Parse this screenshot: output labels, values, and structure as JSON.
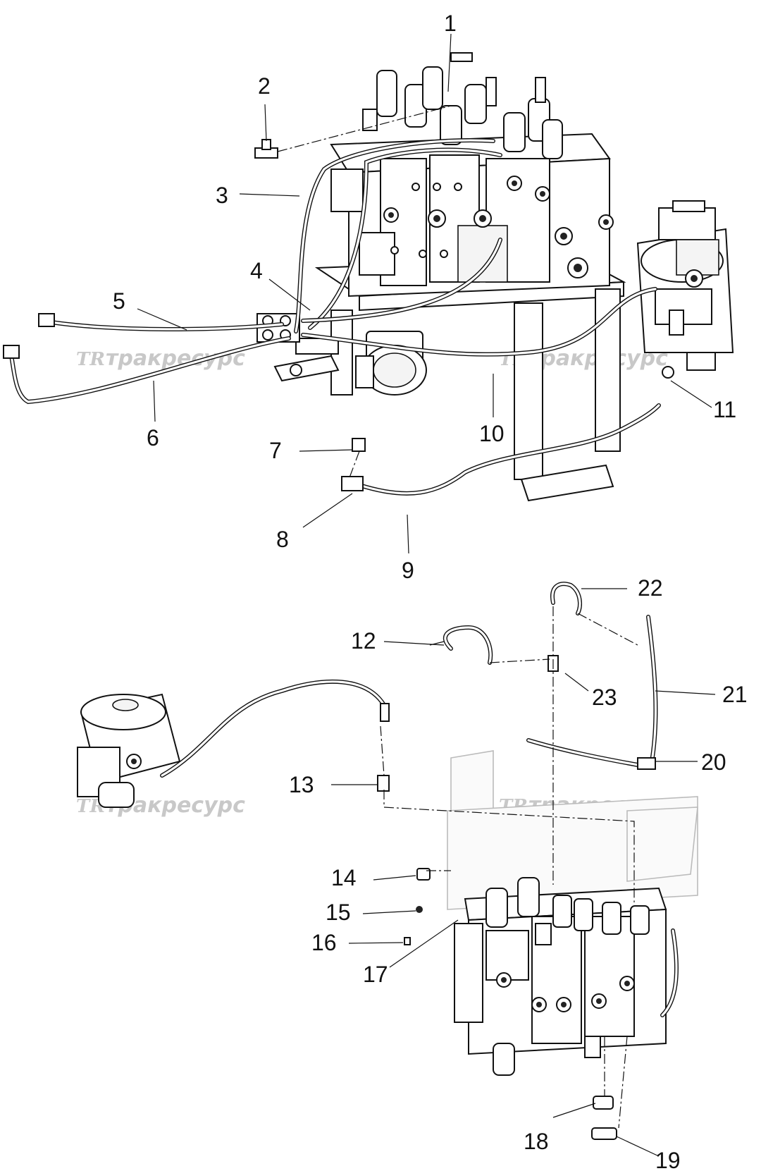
{
  "watermark": {
    "logo": "TR",
    "text": "тракресурс"
  },
  "callouts": [
    {
      "id": 1,
      "label": "1"
    },
    {
      "id": 2,
      "label": "2"
    },
    {
      "id": 3,
      "label": "3"
    },
    {
      "id": 4,
      "label": "4"
    },
    {
      "id": 5,
      "label": "5"
    },
    {
      "id": 6,
      "label": "6"
    },
    {
      "id": 7,
      "label": "7"
    },
    {
      "id": 8,
      "label": "8"
    },
    {
      "id": 9,
      "label": "9"
    },
    {
      "id": 10,
      "label": "10"
    },
    {
      "id": 11,
      "label": "11"
    },
    {
      "id": 12,
      "label": "12"
    },
    {
      "id": 13,
      "label": "13"
    },
    {
      "id": 14,
      "label": "14"
    },
    {
      "id": 15,
      "label": "15"
    },
    {
      "id": 16,
      "label": "16"
    },
    {
      "id": 17,
      "label": "17"
    },
    {
      "id": 18,
      "label": "18"
    },
    {
      "id": 19,
      "label": "19"
    },
    {
      "id": 20,
      "label": "20"
    },
    {
      "id": 21,
      "label": "21"
    },
    {
      "id": 22,
      "label": "22"
    },
    {
      "id": 23,
      "label": "23"
    }
  ]
}
